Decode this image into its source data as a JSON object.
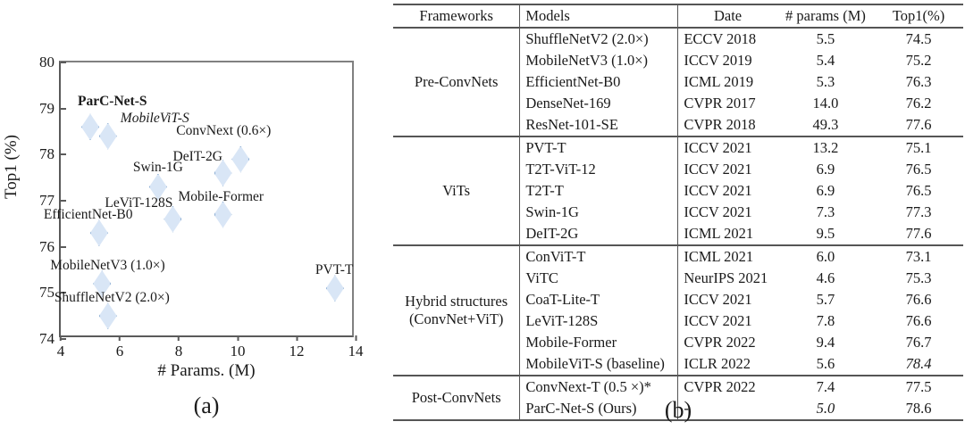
{
  "chart_data": {
    "type": "scatter",
    "title": "",
    "xlabel": "# Params. (M)",
    "ylabel": "Top1 (%)",
    "xlim": [
      4,
      14
    ],
    "ylim": [
      74,
      80
    ],
    "xticks": [
      "4",
      "6",
      "8",
      "10",
      "12",
      "14"
    ],
    "yticks": [
      "74",
      "75",
      "76",
      "77",
      "78",
      "79",
      "80"
    ],
    "grid": false,
    "legend": "none",
    "marker": "diamond",
    "marker_fill": "#d9e6f6",
    "marker_edge": "#8aadd4",
    "points": [
      {
        "label": "ParC-Net-S",
        "x": 5.0,
        "y": 78.6,
        "style": "bold",
        "lx": -14,
        "ly": -36
      },
      {
        "label": "MobileViT-S",
        "x": 5.6,
        "y": 78.4,
        "style": "italic",
        "lx": 14,
        "ly": -28
      },
      {
        "label": "ConvNext (0.6×)",
        "x": 10.1,
        "y": 77.9,
        "style": "normal",
        "lx": -72,
        "ly": -40
      },
      {
        "label": "DeIT-2G",
        "x": 9.5,
        "y": 77.6,
        "style": "normal",
        "lx": -56,
        "ly": -26
      },
      {
        "label": "Swin-1G",
        "x": 7.3,
        "y": 77.3,
        "style": "normal",
        "lx": -28,
        "ly": -30
      },
      {
        "label": "Mobile-Former",
        "x": 9.5,
        "y": 76.7,
        "style": "normal",
        "lx": -50,
        "ly": -28
      },
      {
        "label": "LeViT-128S",
        "x": 7.8,
        "y": 76.6,
        "style": "normal",
        "lx": -76,
        "ly": -26
      },
      {
        "label": "EfficientNet-B0",
        "x": 5.3,
        "y": 76.3,
        "style": "normal",
        "lx": -62,
        "ly": -28
      },
      {
        "label": "MobileNetV3 (1.0×)",
        "x": 5.4,
        "y": 75.2,
        "style": "normal",
        "lx": -58,
        "ly": -28
      },
      {
        "label": "ShuffleNetV2 (2.0×)",
        "x": 5.6,
        "y": 74.5,
        "style": "normal",
        "lx": -60,
        "ly": -28
      },
      {
        "label": "PVT-T",
        "x": 13.3,
        "y": 75.1,
        "style": "normal",
        "lx": -22,
        "ly": -28
      }
    ]
  },
  "panel_a": {
    "caption": "(a)"
  },
  "panel_b": {
    "caption": "(b)",
    "headers": [
      "Frameworks",
      "Models",
      "Date",
      "# params (M)",
      "Top1(%)"
    ],
    "groups": [
      {
        "framework": "Pre-ConvNets",
        "rows": [
          {
            "model": "ShuffleNetV2 (2.0×)",
            "date": "ECCV 2018",
            "params": "5.5",
            "top1": "74.5"
          },
          {
            "model": "MobileNetV3 (1.0×)",
            "date": "ICCV 2019",
            "params": "5.4",
            "top1": "75.2"
          },
          {
            "model": "EfficientNet-B0",
            "date": "ICML 2019",
            "params": "5.3",
            "top1": "76.3"
          },
          {
            "model": "DenseNet-169",
            "date": "CVPR 2017",
            "params": "14.0",
            "top1": "76.2"
          },
          {
            "model": "ResNet-101-SE",
            "date": "CVPR 2018",
            "params": "49.3",
            "top1": "77.6"
          }
        ]
      },
      {
        "framework": "ViTs",
        "rows": [
          {
            "model": "PVT-T",
            "date": "ICCV 2021",
            "params": "13.2",
            "top1": "75.1"
          },
          {
            "model": "T2T-ViT-12",
            "date": "ICCV 2021",
            "params": "6.9",
            "top1": "76.5"
          },
          {
            "model": "T2T-T",
            "date": "ICCV 2021",
            "params": "6.9",
            "top1": "76.5"
          },
          {
            "model": "Swin-1G",
            "date": "ICCV 2021",
            "params": "7.3",
            "top1": "77.3"
          },
          {
            "model": "DeIT-2G",
            "date": "ICML 2021",
            "params": "9.5",
            "top1": "77.6"
          }
        ]
      },
      {
        "framework": "Hybrid structures\n(ConvNet+ViT)",
        "framework_line1": "Hybrid structures",
        "framework_line2": "(ConvNet+ViT)",
        "rows": [
          {
            "model": "ConViT-T",
            "date": "ICML 2021",
            "params": "6.0",
            "top1": "73.1"
          },
          {
            "model": "ViTC",
            "date": "NeurIPS 2021",
            "params": "4.6",
            "params_style": "bold",
            "top1": "75.3"
          },
          {
            "model": "CoaT-Lite-T",
            "date": "ICCV 2021",
            "params": "5.7",
            "top1": "76.6"
          },
          {
            "model": "LeViT-128S",
            "date": "ICCV 2021",
            "params": "7.8",
            "top1": "76.6"
          },
          {
            "model": "Mobile-Former",
            "date": "CVPR 2022",
            "params": "9.4",
            "top1": "76.7"
          },
          {
            "model": "MobileViT-S (baseline)",
            "date": "ICLR 2022",
            "params": "5.6",
            "top1": "78.4",
            "top1_style": "italic"
          }
        ]
      },
      {
        "framework": "Post-ConvNets",
        "rows": [
          {
            "model": "ConvNext-T (0.5 ×)*",
            "date": "CVPR 2022",
            "params": "7.4",
            "top1": "77.5"
          },
          {
            "model": "ParC-Net-S  (Ours)",
            "date": "-",
            "params": "5.0",
            "params_style": "italic",
            "top1": "78.6",
            "top1_style": "bold"
          }
        ]
      }
    ]
  }
}
